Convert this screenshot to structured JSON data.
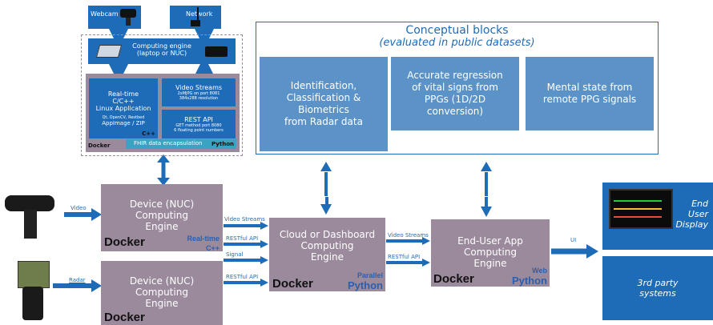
{
  "top": {
    "webcam_label": "Webcam",
    "network_label": "Network",
    "computing_engine": "Computing engine",
    "computing_engine_sub": "(laptop or NUC)",
    "realtime_title_1": "Real-time",
    "realtime_title_2": "C/C++",
    "realtime_title_3": "Linux Application",
    "realtime_libs": "Qt, OpenCV, Restbed",
    "realtime_pkg": "AppImage / ZIP",
    "realtime_lang": "C++",
    "video_streams_title": "Video Streams",
    "video_streams_1": "2xMJPG on port 8081",
    "video_streams_2": "384x288 resolution",
    "rest_title": "REST API",
    "rest_1": "GET method port 8080",
    "rest_2": "6 floating point numbers",
    "fhir": "FHIR data encapsulation",
    "fhir_lang": "Python",
    "docker": "Docker"
  },
  "conceptual": {
    "title": "Conceptual blocks",
    "subtitle": "(evaluated in public datasets)",
    "block1": [
      "Identification,",
      "Classification &",
      "Biometrics",
      "from Radar data"
    ],
    "block2": [
      "Accurate regression",
      "of vital signs from",
      "PPGs (1D/2D",
      "conversion)"
    ],
    "block3": [
      "Mental state from",
      "remote PPG signals"
    ]
  },
  "left": {
    "video_label": "Video",
    "radar_label": "Radar"
  },
  "device1": {
    "title": [
      "Device (NUC)",
      "Computing",
      "Engine"
    ],
    "docker": "Docker",
    "lang1": "Real-time",
    "lang2": "C++"
  },
  "device2": {
    "title": [
      "Device (NUC)",
      "Computing",
      "Engine"
    ],
    "docker": "Docker"
  },
  "links1": {
    "video_streams": "Video Streams",
    "restful1": "RESTful API",
    "signal": "Signal",
    "restful2": "RESTful API"
  },
  "cloud": {
    "title": [
      "Cloud or Dashboard",
      "Computing",
      "Engine"
    ],
    "docker": "Docker",
    "lang1": "Parallel",
    "lang2": "Python"
  },
  "links2": {
    "video_streams": "Video Streams",
    "restful": "RESTful API"
  },
  "enduser": {
    "title": [
      "End-User App",
      "Computing",
      "Engine"
    ],
    "docker": "Docker",
    "lang1": "Web",
    "lang2": "Python"
  },
  "right": {
    "ui_label": "UI",
    "display": [
      "End",
      "User",
      "Display"
    ],
    "third_party": [
      "3rd party",
      "systems"
    ]
  },
  "colors": {
    "primary_blue": "#1e6bb8",
    "light_blue": "#5b93c9",
    "mauve": "#9b8a9c"
  }
}
